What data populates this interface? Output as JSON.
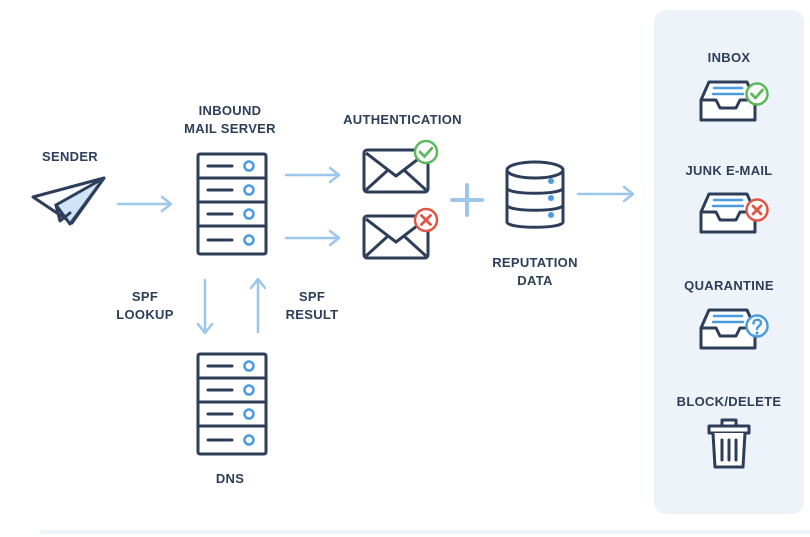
{
  "nodes": {
    "sender": "SENDER",
    "inbound_line1": "INBOUND",
    "inbound_line2": "MAIL SERVER",
    "authentication": "AUTHENTICATION",
    "reputation_line1": "REPUTATION",
    "reputation_line2": "DATA",
    "dns": "DNS",
    "spf_lookup_line1": "SPF",
    "spf_lookup_line2": "LOOKUP",
    "spf_result_line1": "SPF",
    "spf_result_line2": "RESULT"
  },
  "outcomes": {
    "inbox": "INBOX",
    "junk": "JUNK E-MAIL",
    "quarantine": "QUARANTINE",
    "block": "BLOCK/DELETE"
  },
  "colors": {
    "ink": "#2c3e5a",
    "arrow": "#9cc6ec",
    "accent_blue": "#4a9be0",
    "pass_green": "#5cb85c",
    "fail_red": "#e05545",
    "panel": "#eef3f9"
  },
  "icons": {
    "sender": "paper-plane-icon",
    "server": "server-rack-icon",
    "mail_pass": "envelope-check-icon",
    "mail_fail": "envelope-x-icon",
    "reputation": "database-icon",
    "inbox": "inbox-tray-check-icon",
    "junk": "inbox-tray-x-icon",
    "quarantine": "inbox-tray-question-icon",
    "block": "trash-can-icon"
  }
}
